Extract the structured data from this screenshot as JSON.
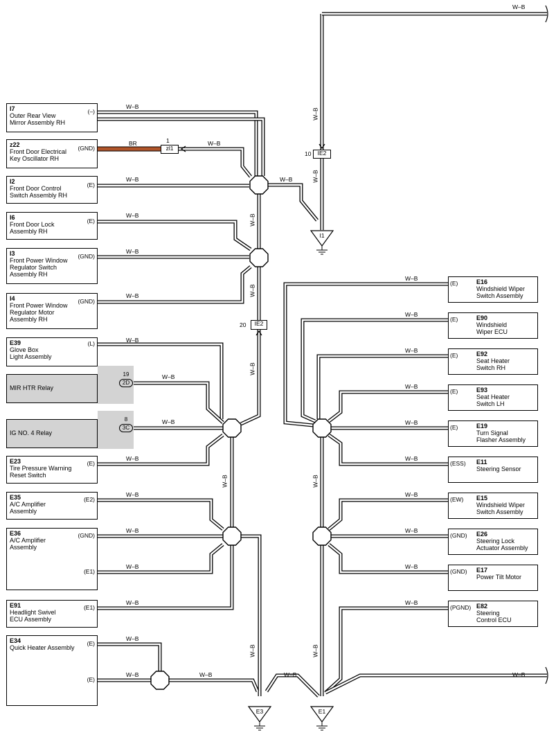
{
  "wire_label": "W–B",
  "br_label": "BR",
  "components_left": [
    {
      "id": "I7",
      "name": "Outer Rear View\nMirror Assembly RH",
      "pins": [
        "(–)"
      ]
    },
    {
      "id": "z22",
      "name": "Front Door Electrical\nKey Oscillator RH",
      "pins": [
        "(GND)"
      ]
    },
    {
      "id": "I2",
      "name": "Front Door Control\nSwitch Assembly RH",
      "pins": [
        "(E)"
      ]
    },
    {
      "id": "I6",
      "name": "Front Door Lock\nAssembly RH",
      "pins": [
        "(E)"
      ]
    },
    {
      "id": "I3",
      "name": "Front Power Window\nRegulator Switch\nAssembly RH",
      "pins": [
        "(GND)"
      ]
    },
    {
      "id": "I4",
      "name": "Front Power Window\nRegulator Motor\nAssembly RH",
      "pins": [
        "(GND)"
      ]
    },
    {
      "id": "E39",
      "name": "Glove Box\nLight Assembly",
      "pins": [
        "(L)"
      ]
    },
    {
      "id": "",
      "name": "MIR HTR Relay",
      "pins": []
    },
    {
      "id": "",
      "name": "IG NO. 4 Relay",
      "pins": []
    },
    {
      "id": "E23",
      "name": "Tire Pressure Warning\nReset Switch",
      "pins": [
        "(E)"
      ]
    },
    {
      "id": "E35",
      "name": "A/C Amplifier\nAssembly",
      "pins": [
        "(E2)"
      ]
    },
    {
      "id": "E36",
      "name": "A/C Amplifier\nAssembly",
      "pins": [
        "(GND)",
        "(E1)"
      ]
    },
    {
      "id": "E91",
      "name": "Headlight Swivel\nECU Assembly",
      "pins": [
        "(E1)"
      ]
    },
    {
      "id": "E34",
      "name": "Quick Heater Assembly",
      "pins": [
        "(E)",
        "(E)"
      ]
    }
  ],
  "components_right": [
    {
      "id": "E16",
      "name": "Windshield Wiper\nSwitch Assembly",
      "pin": "(E)"
    },
    {
      "id": "E90",
      "name": "Windshield\nWiper ECU",
      "pin": "(E)"
    },
    {
      "id": "E92",
      "name": "Seat Heater\nSwitch RH",
      "pin": "(E)"
    },
    {
      "id": "E93",
      "name": "Seat Heater\nSwitch LH",
      "pin": "(E)"
    },
    {
      "id": "E19",
      "name": "Turn Signal\nFlasher Assembly",
      "pin": "(E)"
    },
    {
      "id": "E11",
      "name": "Steering Sensor",
      "pin": "(ESS)"
    },
    {
      "id": "E15",
      "name": "Windshield Wiper\nSwitch Assembly",
      "pin": "(EW)"
    },
    {
      "id": "E26",
      "name": "Steering Lock\nActuator Assembly",
      "pin": "(GND)"
    },
    {
      "id": "E17",
      "name": "Power Tilt Motor",
      "pin": "(GND)"
    },
    {
      "id": "E82",
      "name": "Steering\nControl ECU",
      "pin": "(PGND)"
    }
  ],
  "connectors": [
    {
      "label": "zl1",
      "pin": "1"
    },
    {
      "label": "IE2",
      "pin": "10"
    },
    {
      "label": "IE2",
      "pin": "20"
    }
  ],
  "relay_connectors": [
    {
      "label": "2D",
      "pin": "19"
    },
    {
      "label": "3C",
      "pin": "8"
    }
  ],
  "grounds": [
    "I1",
    "E3",
    "E1"
  ]
}
